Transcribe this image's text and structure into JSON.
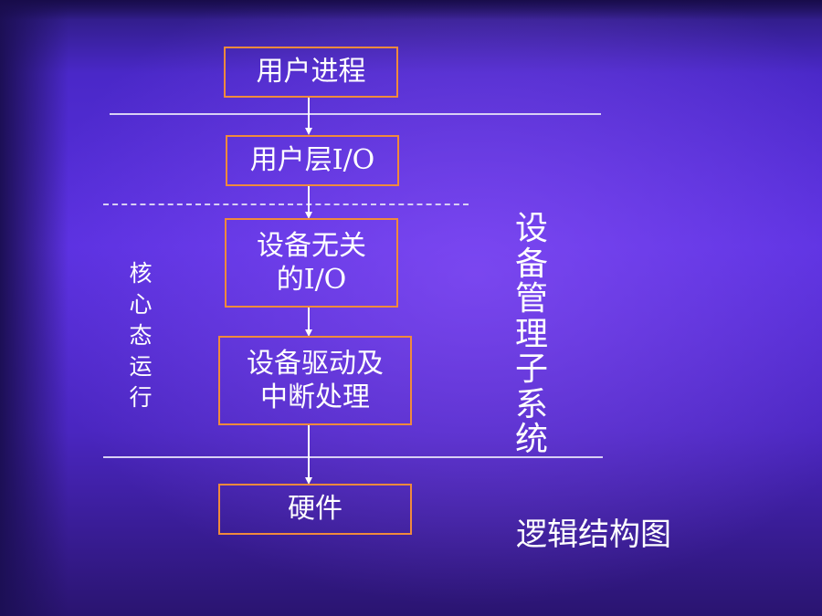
{
  "diagram": {
    "boxes": {
      "user_process": "用户进程",
      "user_io": "用户层I/O",
      "device_independent_io": "设备无关\n的I/O",
      "device_driver": "设备驱动及\n中断处理",
      "hardware": "硬件"
    },
    "kernel_label": "核\n心\n态\n运\n行",
    "subsystem_label": "设\n备\n管\n理\n子\n系\n统",
    "caption": "逻辑结构图"
  },
  "colors": {
    "box_border": "#f08a3c",
    "line": "#d8d0f4",
    "text": "#ffffff",
    "background": "#5a30e0"
  }
}
